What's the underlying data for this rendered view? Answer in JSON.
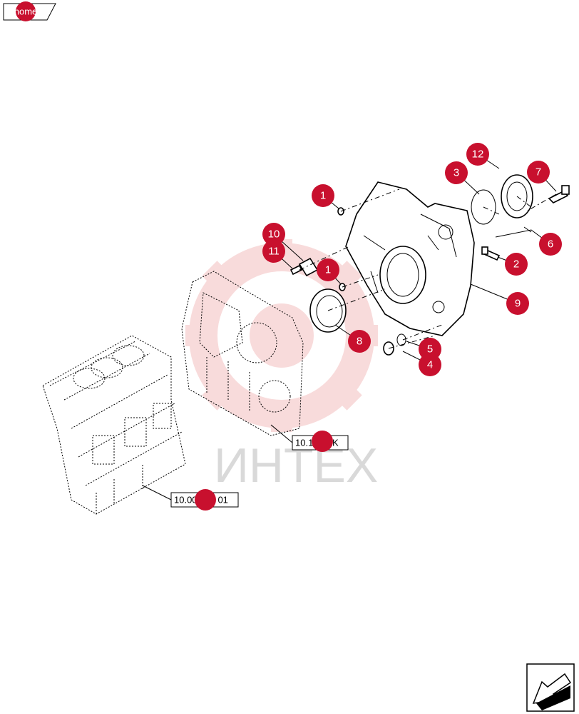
{
  "nav": {
    "home_label": "home",
    "next_icon": "next-page-arrow-icon"
  },
  "watermark": {
    "text": "ИНТЕХ",
    "color": "#f2b8b8"
  },
  "callout_color": "#c8102e",
  "callouts": [
    {
      "id": "c1a",
      "label": "1"
    },
    {
      "id": "c1b",
      "label": "1"
    },
    {
      "id": "c2",
      "label": "2"
    },
    {
      "id": "c3",
      "label": "3"
    },
    {
      "id": "c4",
      "label": "4"
    },
    {
      "id": "c5",
      "label": "5"
    },
    {
      "id": "c6",
      "label": "6"
    },
    {
      "id": "c7",
      "label": "7"
    },
    {
      "id": "c8",
      "label": "8"
    },
    {
      "id": "c9",
      "label": "9"
    },
    {
      "id": "c10",
      "label": "10"
    },
    {
      "id": "c11",
      "label": "11"
    },
    {
      "id": "c12",
      "label": "12"
    }
  ],
  "references": [
    {
      "id": "ref1",
      "label": "10.102.AK"
    },
    {
      "id": "ref2",
      "label": "10.001.a5 01"
    }
  ]
}
